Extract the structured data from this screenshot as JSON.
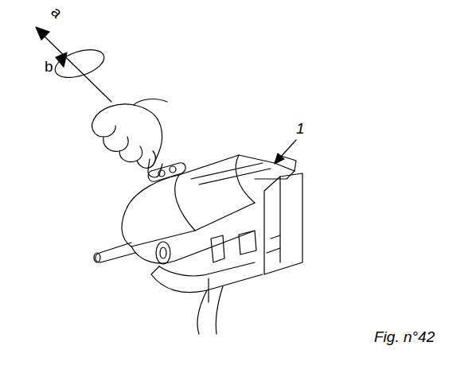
{
  "diagram": {
    "caption": "Fig. n°42",
    "labels": [
      "a",
      "b",
      "1"
    ]
  }
}
